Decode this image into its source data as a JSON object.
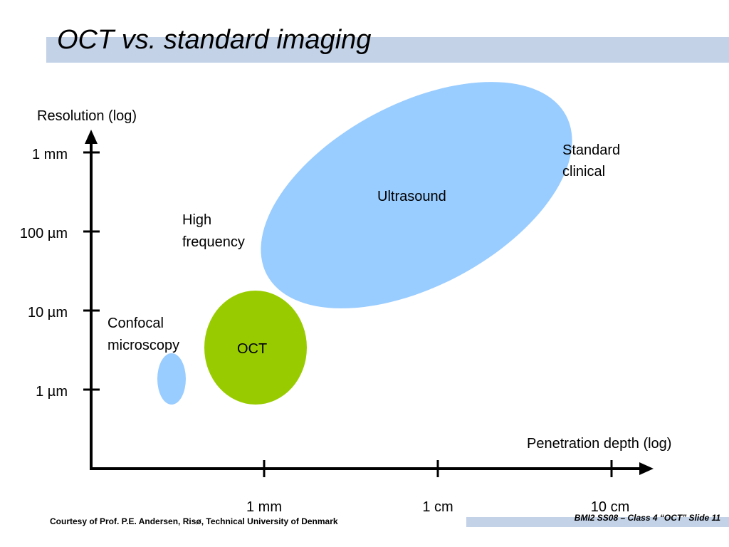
{
  "title": "OCT vs. standard imaging",
  "y_axis": {
    "label": "Resolution (log)",
    "ticks": [
      "1 mm",
      "100 µm",
      "10 µm",
      "1 µm"
    ]
  },
  "x_axis": {
    "label": "Penetration depth (log)",
    "ticks": [
      "1 mm",
      "1 cm",
      "10 cm"
    ]
  },
  "regions": {
    "ultrasound": {
      "label": "Ultrasound",
      "color": "#99ccff"
    },
    "oct": {
      "label": "OCT",
      "color": "#99cc00"
    },
    "confocal": {
      "color": "#99ccff"
    }
  },
  "annotations": {
    "standard_clinical": [
      "Standard",
      "clinical"
    ],
    "high_frequency": [
      "High",
      "frequency"
    ],
    "confocal_microscopy": [
      "Confocal",
      "microscopy"
    ]
  },
  "footer": {
    "courtesy": "Courtesy of Prof. P.E. Andersen, Risø, Technical University of Denmark",
    "slide_info": "BMI2 SS08 – Class 4 “OCT” Slide 11"
  }
}
